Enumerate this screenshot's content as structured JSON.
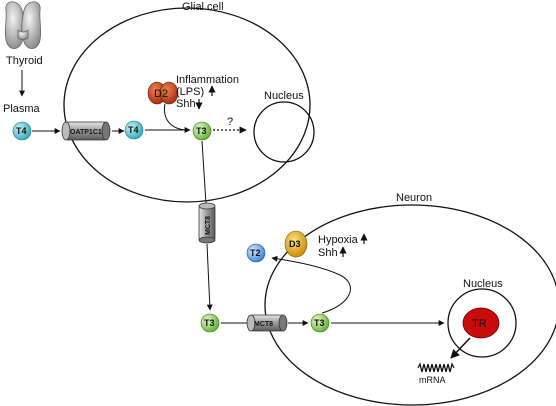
{
  "labels": {
    "thyroid": "Thyroid",
    "plasma": "Plasma",
    "glial_cell": "Glial cell",
    "neuron": "Neuron",
    "nucleus": "Nucleus",
    "question": "?",
    "mrna": "mRNA"
  },
  "molecules": {
    "t4": "T4",
    "t3": "T3",
    "t2": "T2",
    "d2": "D2",
    "d3": "D3",
    "tr": "TR"
  },
  "transporters": {
    "oatp1c1": "OATP1C1",
    "mct8": "MCT8"
  },
  "glial_regulators": {
    "line1": "Inflammation",
    "line2": "(LPS)",
    "line3": "Shh"
  },
  "neuron_regulators": {
    "line1": "Hypoxia",
    "line2": "Shh"
  },
  "colors": {
    "t4": "#3fb8c8",
    "t3": "#7ec850",
    "t2": "#4a8fd8",
    "d2": "#c0401a",
    "d3": "#e0a010",
    "tr": "#cc1010",
    "transporter": "#888888"
  }
}
